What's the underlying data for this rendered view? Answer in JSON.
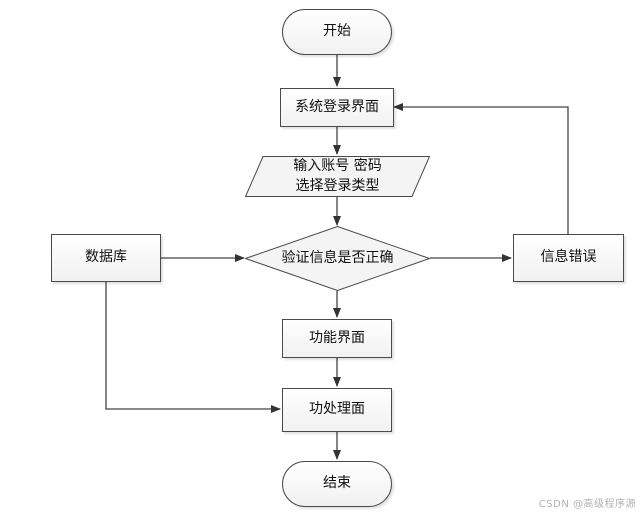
{
  "nodes": {
    "start": "开始",
    "login_ui": "系统登录界面",
    "input_line1": "输入账号 密码",
    "input_line2": "选择登录类型",
    "database": "数据库",
    "verify": "验证信息是否正确",
    "error": "信息错误",
    "function_ui": "功能界面",
    "process_ui": "功处理面",
    "end": "结束"
  },
  "watermark": "CSDN @高级程序源",
  "colors": {
    "stroke": "#4a4a4a",
    "fill": "#f4f4f4",
    "text": "#111111"
  }
}
